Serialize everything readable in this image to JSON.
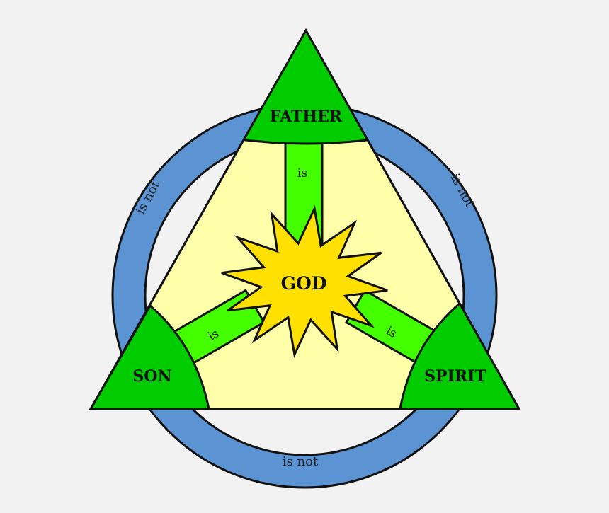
{
  "diagram": {
    "center": "GOD",
    "nodes": {
      "top": "FATHER",
      "left": "SON",
      "right": "SPIRIT"
    },
    "spoke_label": "is",
    "ring_label": "is not",
    "edges": [
      {
        "from": "FATHER",
        "to": "GOD",
        "label": "is"
      },
      {
        "from": "SON",
        "to": "GOD",
        "label": "is"
      },
      {
        "from": "SPIRIT",
        "to": "GOD",
        "label": "is"
      },
      {
        "from": "FATHER",
        "to": "SON",
        "label": "is not"
      },
      {
        "from": "FATHER",
        "to": "SPIRIT",
        "label": "is not"
      },
      {
        "from": "SON",
        "to": "SPIRIT",
        "label": "is not"
      }
    ]
  },
  "colors": {
    "background": "#f2f2f2",
    "ring": "#5b93d3",
    "triangle_fill": "#ffffaa",
    "node_fill": "#00cc00",
    "spoke_fill": "#44ff00",
    "star_fill": "#ffe000",
    "outline": "#111111"
  }
}
